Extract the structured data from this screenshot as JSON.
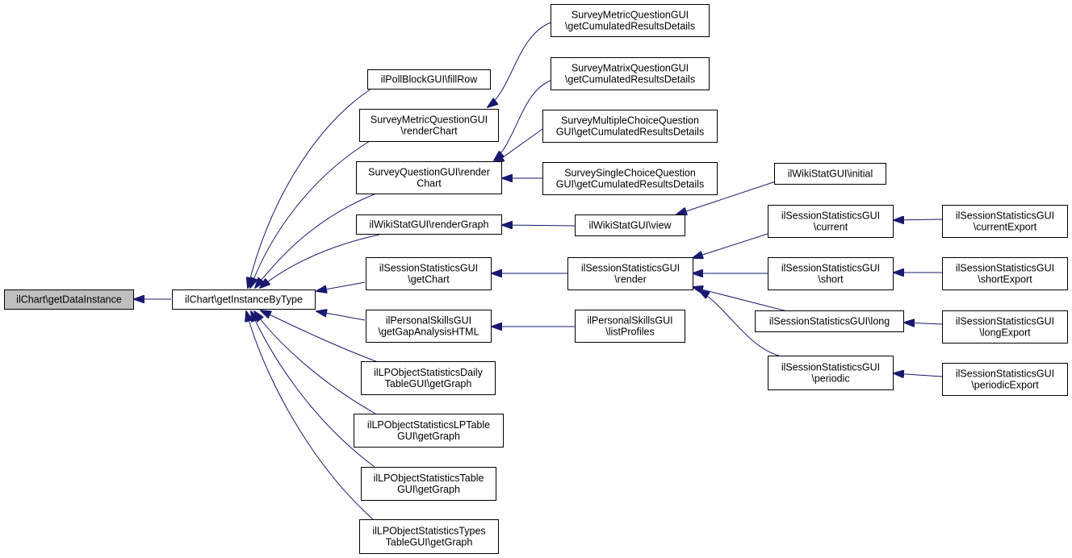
{
  "graph": {
    "nodes": [
      {
        "id": "n0",
        "lines": [
          "ilChart\\getDataInstance"
        ],
        "root": true
      },
      {
        "id": "n1",
        "lines": [
          "ilChart\\getInstanceByType"
        ]
      },
      {
        "id": "n2",
        "lines": [
          "ilPollBlockGUI\\fillRow"
        ]
      },
      {
        "id": "n3",
        "lines": [
          "SurveyMetricQuestionGUI",
          "\\renderChart"
        ]
      },
      {
        "id": "n4",
        "lines": [
          "SurveyQuestionGUI\\render",
          "Chart"
        ]
      },
      {
        "id": "n5",
        "lines": [
          "ilWikiStatGUI\\renderGraph"
        ]
      },
      {
        "id": "n6",
        "lines": [
          "ilSessionStatisticsGUI",
          "\\getChart"
        ]
      },
      {
        "id": "n7",
        "lines": [
          "ilPersonalSkillsGUI",
          "\\getGapAnalysisHTML"
        ]
      },
      {
        "id": "n8",
        "lines": [
          "ilLPObjectStatisticsDaily",
          "TableGUI\\getGraph"
        ]
      },
      {
        "id": "n9",
        "lines": [
          "ilLPObjectStatisticsLPTable",
          "GUI\\getGraph"
        ]
      },
      {
        "id": "n10",
        "lines": [
          "ilLPObjectStatisticsTable",
          "GUI\\getGraph"
        ]
      },
      {
        "id": "n11",
        "lines": [
          "ilLPObjectStatisticsTypes",
          "TableGUI\\getGraph"
        ]
      },
      {
        "id": "n12",
        "lines": [
          "SurveyMetricQuestionGUI",
          "\\getCumulatedResultsDetails"
        ]
      },
      {
        "id": "n13",
        "lines": [
          "SurveyMatrixQuestionGUI",
          "\\getCumulatedResultsDetails"
        ]
      },
      {
        "id": "n14",
        "lines": [
          "SurveyMultipleChoiceQuestion",
          "GUI\\getCumulatedResultsDetails"
        ]
      },
      {
        "id": "n15",
        "lines": [
          "SurveySingleChoiceQuestion",
          "GUI\\getCumulatedResultsDetails"
        ]
      },
      {
        "id": "n16",
        "lines": [
          "ilWikiStatGUI\\view"
        ]
      },
      {
        "id": "n17",
        "lines": [
          "ilSessionStatisticsGUI",
          "\\render"
        ]
      },
      {
        "id": "n18",
        "lines": [
          "ilPersonalSkillsGUI",
          "\\listProfiles"
        ]
      },
      {
        "id": "n19",
        "lines": [
          "ilWikiStatGUI\\initial"
        ]
      },
      {
        "id": "n20",
        "lines": [
          "ilSessionStatisticsGUI",
          "\\current"
        ]
      },
      {
        "id": "n21",
        "lines": [
          "ilSessionStatisticsGUI",
          "\\short"
        ]
      },
      {
        "id": "n22",
        "lines": [
          "ilSessionStatisticsGUI\\long"
        ]
      },
      {
        "id": "n23",
        "lines": [
          "ilSessionStatisticsGUI",
          "\\periodic"
        ]
      },
      {
        "id": "n24",
        "lines": [
          "ilSessionStatisticsGUI",
          "\\currentExport"
        ]
      },
      {
        "id": "n25",
        "lines": [
          "ilSessionStatisticsGUI",
          "\\shortExport"
        ]
      },
      {
        "id": "n26",
        "lines": [
          "ilSessionStatisticsGUI",
          "\\longExport"
        ]
      },
      {
        "id": "n27",
        "lines": [
          "ilSessionStatisticsGUI",
          "\\periodicExport"
        ]
      }
    ],
    "edges": [
      {
        "from": "n1",
        "to": "n0"
      },
      {
        "from": "n2",
        "to": "n1"
      },
      {
        "from": "n3",
        "to": "n1"
      },
      {
        "from": "n4",
        "to": "n1"
      },
      {
        "from": "n5",
        "to": "n1"
      },
      {
        "from": "n6",
        "to": "n1"
      },
      {
        "from": "n7",
        "to": "n1"
      },
      {
        "from": "n8",
        "to": "n1"
      },
      {
        "from": "n9",
        "to": "n1"
      },
      {
        "from": "n10",
        "to": "n1"
      },
      {
        "from": "n11",
        "to": "n1"
      },
      {
        "from": "n12",
        "to": "n3"
      },
      {
        "from": "n13",
        "to": "n4"
      },
      {
        "from": "n14",
        "to": "n4"
      },
      {
        "from": "n15",
        "to": "n4"
      },
      {
        "from": "n16",
        "to": "n5"
      },
      {
        "from": "n17",
        "to": "n6"
      },
      {
        "from": "n18",
        "to": "n7"
      },
      {
        "from": "n19",
        "to": "n16"
      },
      {
        "from": "n20",
        "to": "n17"
      },
      {
        "from": "n21",
        "to": "n17"
      },
      {
        "from": "n22",
        "to": "n17"
      },
      {
        "from": "n23",
        "to": "n17"
      },
      {
        "from": "n24",
        "to": "n20"
      },
      {
        "from": "n25",
        "to": "n21"
      },
      {
        "from": "n26",
        "to": "n22"
      },
      {
        "from": "n27",
        "to": "n23"
      }
    ]
  }
}
